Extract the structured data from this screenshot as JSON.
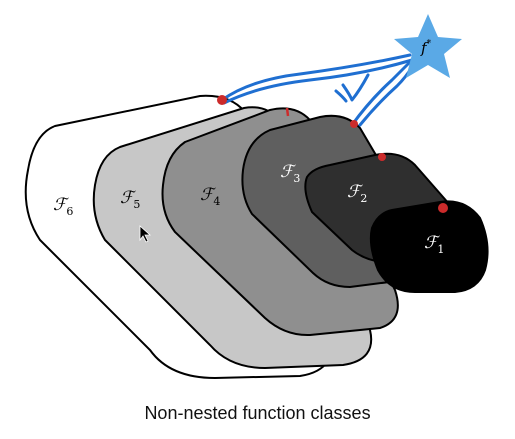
{
  "classes": [
    {
      "label": "ℱ",
      "sub": "6",
      "fill": "#ffffff",
      "text_color": "#000000"
    },
    {
      "label": "ℱ",
      "sub": "5",
      "fill": "#c7c7c7",
      "text_color": "#000000"
    },
    {
      "label": "ℱ",
      "sub": "4",
      "fill": "#8f8f8f",
      "text_color": "#000000"
    },
    {
      "label": "ℱ",
      "sub": "3",
      "fill": "#5f5f5f",
      "text_color": "#ffffff"
    },
    {
      "label": "ℱ",
      "sub": "2",
      "fill": "#2f2f2f",
      "text_color": "#ffffff"
    },
    {
      "label": "ℱ",
      "sub": "1",
      "fill": "#000000",
      "text_color": "#ffffff"
    }
  ],
  "target": {
    "label": "f",
    "sup": "*",
    "star_color": "#5aa9e6"
  },
  "annotation_color": "#1f6fd1",
  "marker_color": "#cc2b2b",
  "caption": "Non-nested function classes"
}
